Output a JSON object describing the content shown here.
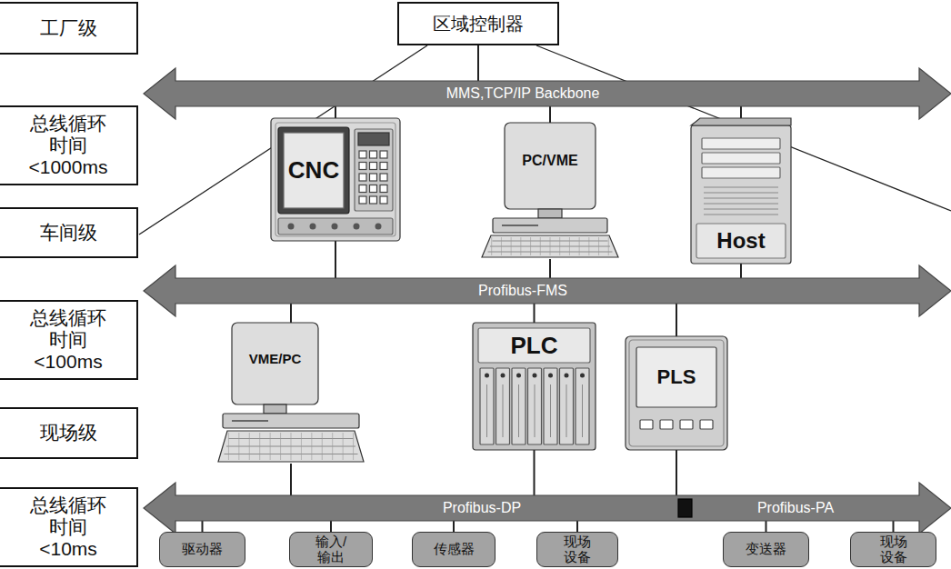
{
  "diagram": {
    "nodes": [
      {
        "text": [
          "工厂级"
        ]
      },
      {
        "text": [
          "区域控制器"
        ]
      },
      {
        "text": [
          "MMS,TCP/IP Backbone"
        ]
      },
      {
        "text": [
          "总线循环 时间 <1000ms"
        ]
      },
      {
        "text": [
          "CNC"
        ]
      },
      {
        "text": [
          "PC/VME"
        ]
      },
      {
        "text": [
          "Host"
        ]
      },
      {
        "text": [
          "车间级"
        ]
      },
      {
        "text": [
          "Profibus-FMS"
        ]
      },
      {
        "text": [
          "总线循环 时间 <100ms"
        ]
      },
      {
        "text": [
          "VME/PC"
        ]
      },
      {
        "text": [
          "PLC"
        ]
      },
      {
        "text": [
          "PLS"
        ]
      },
      {
        "text": [
          "现场级"
        ]
      },
      {
        "text": [
          "Profibus-DP",
          "Profibus-PA"
        ]
      },
      {
        "text": [
          "总线循环 时间 <10ms"
        ]
      },
      {
        "text": [
          "驱动器"
        ]
      },
      {
        "text": [
          "输入/输出"
        ]
      },
      {
        "text": [
          "传感器"
        ]
      },
      {
        "text": [
          "现场设备"
        ]
      },
      {
        "text": [
          "变送器"
        ]
      },
      {
        "text": [
          "现场设备"
        ]
      }
    ],
    "edges": [
      {
        "from": 1,
        "to": 2,
        "arrow": "none"
      },
      {
        "from": 4,
        "to": 2,
        "arrow": "none"
      },
      {
        "from": 5,
        "to": 2,
        "arrow": "none"
      },
      {
        "from": 6,
        "to": 2,
        "arrow": "none"
      },
      {
        "from": 4,
        "to": 8,
        "arrow": "none"
      },
      {
        "from": 5,
        "to": 8,
        "arrow": "none"
      },
      {
        "from": 6,
        "to": 8,
        "arrow": "none"
      },
      {
        "from": 10,
        "to": 8,
        "arrow": "none"
      },
      {
        "from": 11,
        "to": 8,
        "arrow": "none"
      },
      {
        "from": 12,
        "to": 8,
        "arrow": "none"
      },
      {
        "from": 10,
        "to": 14,
        "arrow": "none"
      },
      {
        "from": 11,
        "to": 14,
        "arrow": "none"
      },
      {
        "from": 12,
        "to": 14,
        "arrow": "none"
      },
      {
        "from": 16,
        "to": 14,
        "arrow": "none"
      },
      {
        "from": 17,
        "to": 14,
        "arrow": "none"
      },
      {
        "from": 18,
        "to": 14,
        "arrow": "none"
      },
      {
        "from": 19,
        "to": 14,
        "arrow": "none"
      },
      {
        "from": 20,
        "to": 14,
        "arrow": "none"
      },
      {
        "from": 21,
        "to": 14,
        "arrow": "none"
      }
    ]
  }
}
